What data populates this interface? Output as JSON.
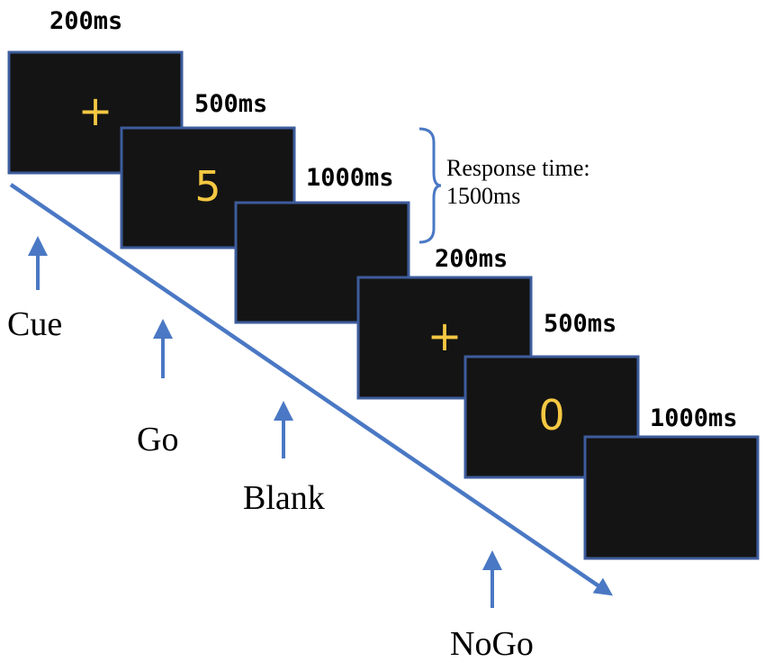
{
  "colors": {
    "screen_fill": "#141414",
    "screen_border": "#3d5c9c",
    "stimulus_text": "#f5c842",
    "arrow": "#4a78c4",
    "bracket": "#4a78c4"
  },
  "trials": [
    {
      "duration": "200ms",
      "stimulus": "+"
    },
    {
      "duration": "500ms",
      "stimulus": "5"
    },
    {
      "duration": "1000ms",
      "stimulus": ""
    },
    {
      "duration": "200ms",
      "stimulus": "+"
    },
    {
      "duration": "500ms",
      "stimulus": "0"
    },
    {
      "duration": "1000ms",
      "stimulus": ""
    }
  ],
  "response_note": {
    "line1": "Response time:",
    "line2": "1500ms"
  },
  "labels": {
    "cue": "Cue",
    "go": "Go",
    "blank": "Blank",
    "nogo": "NoGo"
  },
  "icons": {
    "pointer": "up-arrow-icon",
    "timeline": "diagonal-arrow-icon",
    "bracket": "curly-brace-icon"
  }
}
